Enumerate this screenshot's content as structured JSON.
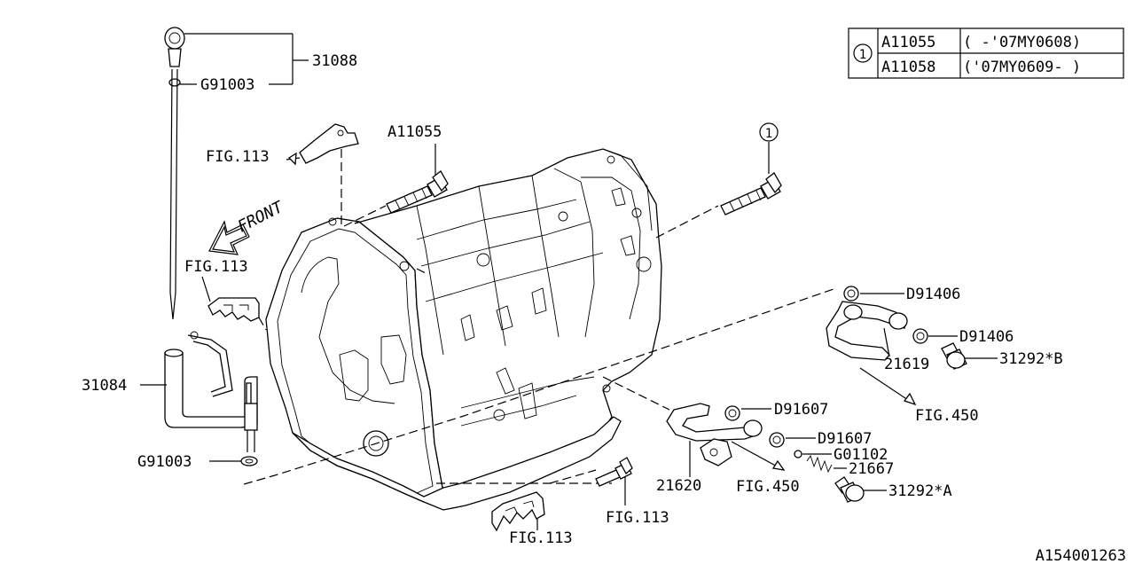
{
  "diagram_id": "A154001263",
  "legend": {
    "marker": "1",
    "rows": [
      {
        "part": "A11055",
        "range": "(   -'07MY0608)"
      },
      {
        "part": "A11058",
        "range": "('07MY0609-   )"
      }
    ]
  },
  "labels": {
    "p31088": "31088",
    "g91003_top": "G91003",
    "fig113_top": "FIG.113",
    "a11055": "A11055",
    "front": "FRONT",
    "fig113_left": "FIG.113",
    "p31084": "31084",
    "g91003_bottom": "G91003",
    "circle_1": "1",
    "d91406_a": "D91406",
    "d91406_b": "D91406",
    "p21619": "21619",
    "p31292b": "31292*B",
    "fig450_right": "FIG.450",
    "d91607_a": "D91607",
    "d91607_b": "D91607",
    "g01102": "G01102",
    "p21667": "21667",
    "p21620": "21620",
    "fig450_mid": "FIG.450",
    "p31292a": "31292*A",
    "fig113_bolt": "FIG.113",
    "fig113_bottom": "FIG.113"
  }
}
